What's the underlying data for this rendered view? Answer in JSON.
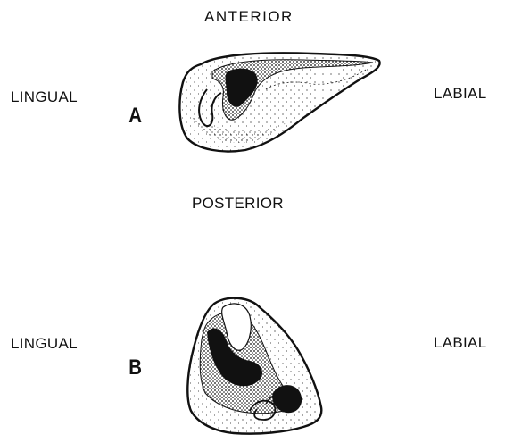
{
  "labels": {
    "anterior": "ANTERIOR",
    "posterior": "POSTERIOR",
    "lingual_a": "LINGUAL",
    "labial_a": "LABIAL",
    "lingual_b": "LINGUAL",
    "labial_b": "LABIAL"
  },
  "panels": {
    "a": "A",
    "b": "B"
  },
  "colors": {
    "ink": "#111111",
    "background": "#ffffff"
  }
}
